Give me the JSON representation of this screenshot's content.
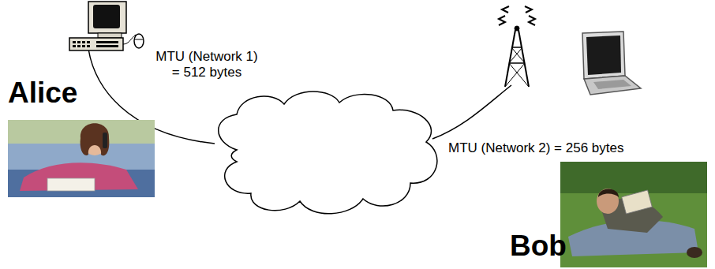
{
  "diagram": {
    "labels": [
      "MTU (Network 1) = 512 bytes",
      "Alice",
      "MTU (Network 2) = 256 bytes",
      "Bob"
    ]
  }
}
